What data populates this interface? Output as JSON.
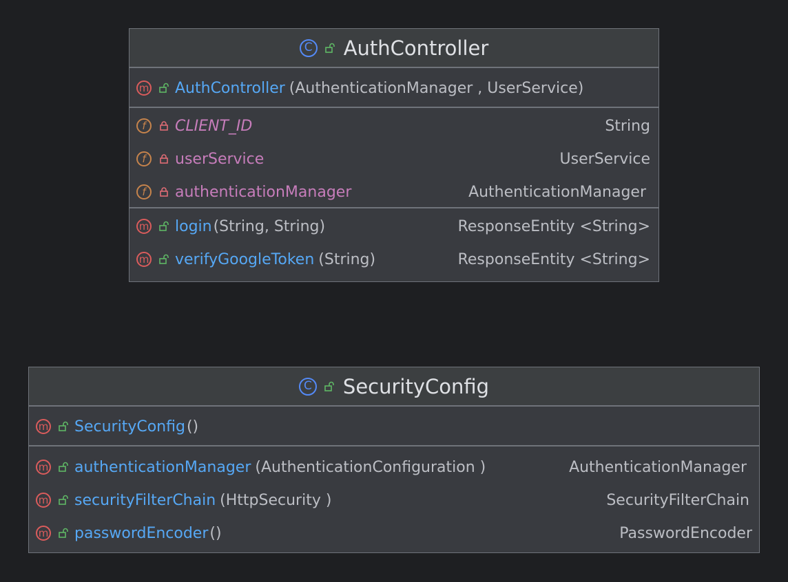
{
  "classes": [
    {
      "name": "AuthController",
      "header_icons": [
        "class-icon",
        "public-icon"
      ],
      "constructors": [
        {
          "name": "AuthController",
          "params": "(AuthenticationManager , UserService)",
          "type": "",
          "visibility": "public"
        }
      ],
      "fields": [
        {
          "name": "CLIENT_ID",
          "type": "String",
          "visibility": "private",
          "static": true
        },
        {
          "name": "userService",
          "type": "UserService",
          "visibility": "private",
          "static": false
        },
        {
          "name": "authenticationManager",
          "type": "AuthenticationManager",
          "visibility": "private",
          "static": false
        }
      ],
      "methods": [
        {
          "name": "login",
          "params": "(String, String)",
          "type": "ResponseEntity <String>",
          "visibility": "public"
        },
        {
          "name": "verifyGoogleToken",
          "params": "(String)",
          "type": "ResponseEntity <String>",
          "visibility": "public"
        }
      ]
    },
    {
      "name": "SecurityConfig",
      "header_icons": [
        "class-icon",
        "public-icon"
      ],
      "constructors": [
        {
          "name": "SecurityConfig",
          "params": "()",
          "type": "",
          "visibility": "public"
        }
      ],
      "methods": [
        {
          "name": "authenticationManager",
          "params": "(AuthenticationConfiguration )",
          "type": "AuthenticationManager",
          "visibility": "public"
        },
        {
          "name": "securityFilterChain",
          "params": "(HttpSecurity )",
          "type": "SecurityFilterChain",
          "visibility": "public"
        },
        {
          "name": "passwordEncoder",
          "params": "()",
          "type": "PasswordEncoder",
          "visibility": "public"
        }
      ]
    }
  ],
  "icon_glyphs": {
    "method": "m",
    "field": "f",
    "class": "C"
  },
  "colors": {
    "background": "#1e1f22",
    "method_name": "#56a8f5",
    "field_name": "#c77dbb",
    "method_icon": "#db5c5c",
    "field_icon": "#c7844c",
    "class_icon": "#548af7",
    "public_lock": "#5fb865",
    "private_lock": "#e06c75"
  }
}
